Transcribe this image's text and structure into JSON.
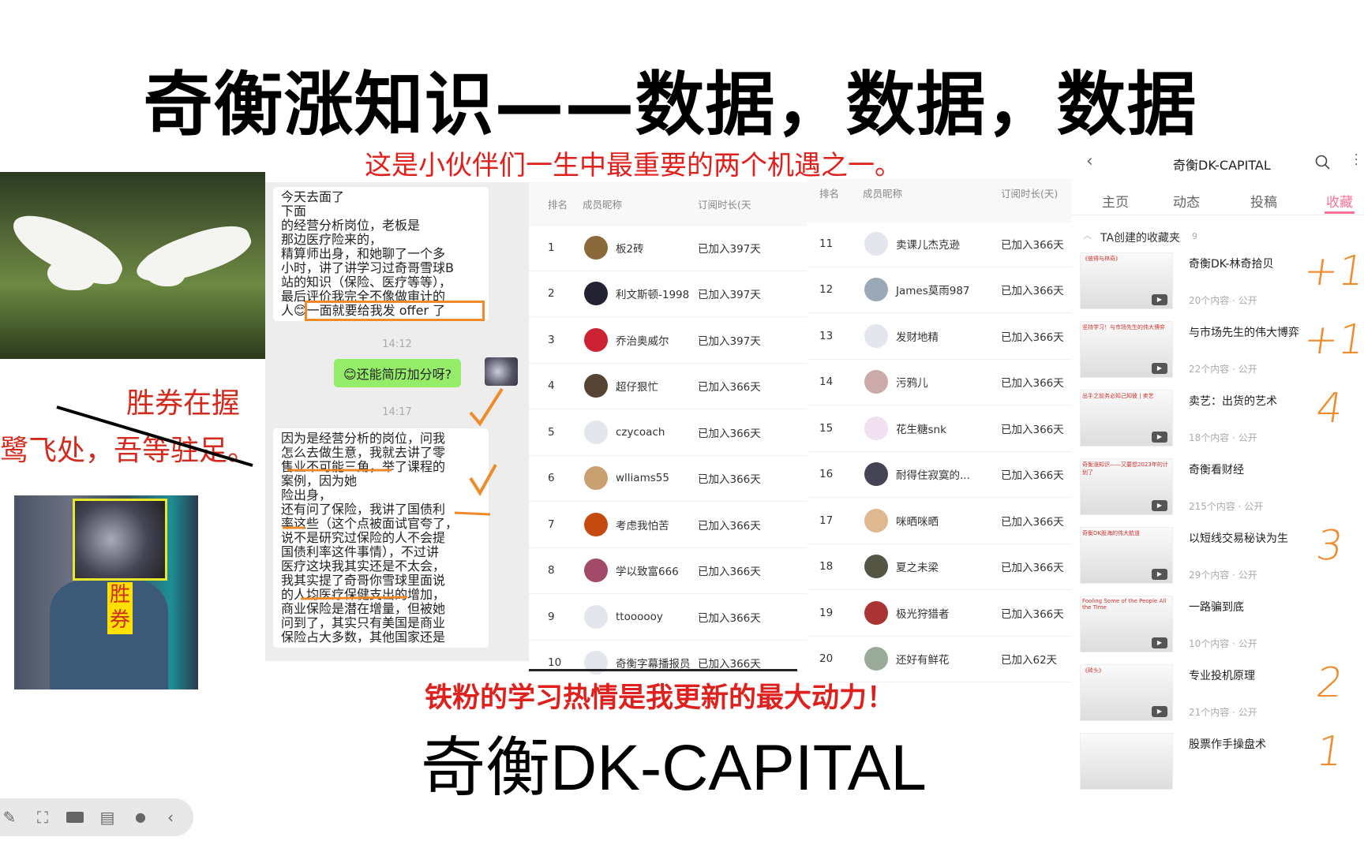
{
  "slide": {
    "title": "奇衡涨知识——数据，数据，数据",
    "subtitle": "这是小伙伴们一生中最重要的两个机遇之一。",
    "slogan_top": "胜券在握",
    "slogan_struck": "鹭飞处，吾等驻足。",
    "video_badge": "胜券",
    "bottom_red": "铁粉的学习热情是我更新的最大动力！",
    "brand": "奇衡DK-CAPITAL"
  },
  "chat": {
    "msg1_lines": [
      "今天去面了",
      "下面",
      "的经营分析岗位，老板是",
      "那边医疗险来的，",
      "精算师出身，和她聊了一个多",
      "小时，讲了讲学习过奇哥雪球B",
      "站的知识（保险、医疗等等），",
      "最后评价我完全不像做审计的",
      "人😊一面就要给我发 offer 了"
    ],
    "time1": "14:12",
    "reply": "😊还能简历加分呀?",
    "time2": "14:17",
    "msg2_lines": [
      "因为是经营分析的岗位，问我",
      "怎么去做生意，我就去讲了零",
      "售业不可能三角，举了课程的",
      "案例，因为她",
      "险出身，",
      "还有问了保险，我讲了国债利",
      "率这些（这个点被面试官夸了，",
      "说不是研究过保险的人不会提",
      "国债利率这件事情），不过讲",
      "医疗这块我其实还是不太会，",
      "我其实提了奇哥你雪球里面说",
      "的人均医疗保健支出的增加，",
      "商业保险是潜在增量，但被她",
      "问到了，其实只有美国是商业",
      "保险占大多数，其他国家还是"
    ]
  },
  "table1": {
    "headers": [
      "排名",
      "成员昵称",
      "订阅时长(天"
    ],
    "rows": [
      {
        "rank": "1",
        "name": "板2砖",
        "days": "已加入397天"
      },
      {
        "rank": "2",
        "name": "利文斯顿-1998",
        "days": "已加入397天"
      },
      {
        "rank": "3",
        "name": "乔治奥威尔",
        "days": "已加入397天"
      },
      {
        "rank": "4",
        "name": "超仔狠忙",
        "days": "已加入366天"
      },
      {
        "rank": "5",
        "name": "czycoach",
        "days": "已加入366天"
      },
      {
        "rank": "6",
        "name": "wlliams55",
        "days": "已加入366天"
      },
      {
        "rank": "7",
        "name": "考虑我怕苦",
        "days": "已加入366天"
      },
      {
        "rank": "8",
        "name": "学以致富666",
        "days": "已加入366天"
      },
      {
        "rank": "9",
        "name": "ttoooooy",
        "days": "已加入366天"
      },
      {
        "rank": "10",
        "name": "奇衡字幕播报员",
        "days": "已加入366天"
      }
    ]
  },
  "table2": {
    "headers": [
      "排名",
      "成员昵称",
      "订阅时长(天)"
    ],
    "rows": [
      {
        "rank": "11",
        "name": "卖课儿杰克逊",
        "days": "已加入366天"
      },
      {
        "rank": "12",
        "name": "James莫雨987",
        "days": "已加入366天"
      },
      {
        "rank": "13",
        "name": "发财地精",
        "days": "已加入366天"
      },
      {
        "rank": "14",
        "name": "污鸦儿",
        "days": "已加入366天"
      },
      {
        "rank": "15",
        "name": "花生糖snk",
        "days": "已加入366天"
      },
      {
        "rank": "16",
        "name": "耐得住寂寞的...",
        "days": "已加入366天"
      },
      {
        "rank": "17",
        "name": "咪晒咪晒",
        "days": "已加入366天"
      },
      {
        "rank": "18",
        "name": "夏之未梁",
        "days": "已加入366天"
      },
      {
        "rank": "19",
        "name": "极光狩猎者",
        "days": "已加入366天"
      },
      {
        "rank": "20",
        "name": "还好有鲜花",
        "days": "已加入62天"
      }
    ]
  },
  "profile": {
    "title": "奇衡DK-CAPITAL",
    "tabs": [
      {
        "label": "主页"
      },
      {
        "label": "动态"
      },
      {
        "label": "投稿"
      },
      {
        "label": "收藏",
        "active": true
      }
    ],
    "accent": "#fb7299",
    "section": "TA创建的收藏夹",
    "section_count": "9",
    "items": [
      {
        "title": "奇衡DK-林奇拾贝",
        "meta": "20个内容 · 公开",
        "thumb": "《彼得与林奇》",
        "mark": "+1"
      },
      {
        "title": "与市场先生的伟大博弈",
        "meta": "22个内容 · 公开",
        "thumb": "坚持学习！与市场先生的伟大博弈",
        "mark": "+1"
      },
      {
        "title": "卖艺：出货的艺术",
        "meta": "18个内容 · 公开",
        "thumb": "出手之前务必知己知彼 | 卖艺",
        "mark": "4"
      },
      {
        "title": "奇衡看财经",
        "meta": "215个内容 · 公开",
        "thumb": "奇衡涨知识——又要想2023年的计划了",
        "mark": ""
      },
      {
        "title": "以短线交易秘诀为生",
        "meta": "29个内容 · 公开",
        "thumb": "奇衡DK股海的伟大航道",
        "mark": "3"
      },
      {
        "title": "一路骗到底",
        "meta": "10个内容 · 公开",
        "thumb": "Fooling Some of the People All the Time",
        "mark": ""
      },
      {
        "title": "专业投机原理",
        "meta": "21个内容 · 公开",
        "thumb": "《砖头》",
        "mark": "2"
      },
      {
        "title": "股票作手操盘术",
        "meta": "",
        "thumb": "",
        "mark": "1"
      }
    ]
  },
  "toolbar": {
    "icons": [
      "pen-icon",
      "screenshot-icon",
      "camera-icon",
      "comment-icon",
      "more-icon",
      "collapse-icon"
    ]
  }
}
